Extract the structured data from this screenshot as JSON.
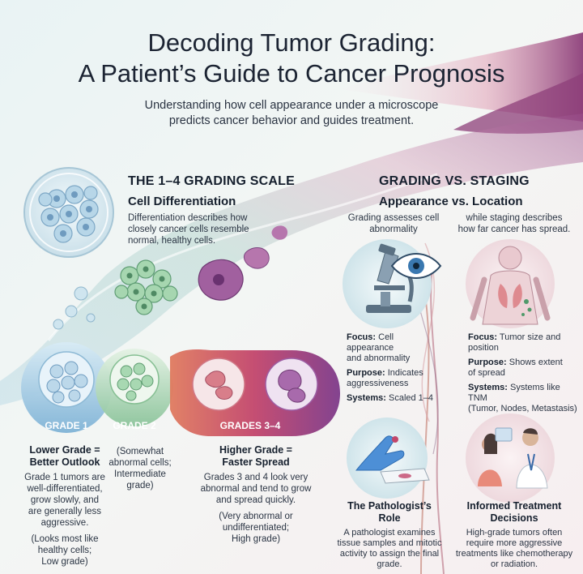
{
  "header": {
    "title_line1": "Decoding Tumor Grading:",
    "title_line2": "A Patient’s Guide to Cancer Prognosis",
    "subtitle_line1": "Understanding how cell appearance under a microscope",
    "subtitle_line2": "predicts cancer behavior and guides treatment."
  },
  "grading": {
    "section_title": "THE 1–4 GRADING SCALE",
    "subtitle": "Cell Differentiation",
    "desc_lines": [
      "Differentiation describes how",
      "closely cancer cells resemble",
      "normal, healthy cells."
    ],
    "grades": [
      {
        "label": "GRADE 1",
        "color": "#7cb6d6"
      },
      {
        "label": "GRADE 2",
        "color": "#8fc79a"
      },
      {
        "label": "GRADES 3–4",
        "color": "#c2506e"
      }
    ],
    "lower": {
      "title_lines": [
        "Lower Grade =",
        "Better Outlook"
      ],
      "body_lines": [
        "Grade 1 tumors are",
        "well-differentiated,",
        "grow slowly, and",
        "are generally less",
        "aggressive."
      ],
      "note_lines": [
        "(Looks most like",
        "healthy cells;",
        "Low grade)"
      ]
    },
    "intermediate": {
      "note_lines": [
        "(Somewhat",
        "abnormal cells;",
        "Intermediate",
        "grade)"
      ]
    },
    "higher": {
      "title_lines": [
        "Higher Grade =",
        "Faster Spread"
      ],
      "body_lines": [
        "Grades 3 and 4 look very",
        "abnormal and tend to grow",
        "and spread quickly."
      ],
      "note_lines": [
        "(Very abnormal or",
        "undifferentiated;",
        "High grade)"
      ]
    }
  },
  "staging": {
    "section_title": "GRADING VS. STAGING",
    "subtitle": "Appearance vs. Location",
    "grading_intro_lines": [
      "Grading assesses cell",
      "abnormality"
    ],
    "staging_intro_lines": [
      "while staging describes",
      "how far cancer has spread."
    ],
    "grading_rows": [
      {
        "label": "Focus:",
        "lines": [
          "Cell appearance",
          "and abnormality"
        ]
      },
      {
        "label": "Purpose:",
        "lines": [
          "Indicates",
          "aggressiveness"
        ]
      },
      {
        "label": "Systems:",
        "lines": [
          "Scaled 1–4"
        ]
      }
    ],
    "staging_rows": [
      {
        "label": "Focus:",
        "lines": [
          "Tumor size and",
          "position"
        ]
      },
      {
        "label": "Purpose:",
        "lines": [
          "Shows extent",
          "of spread"
        ]
      },
      {
        "label": "Systems:",
        "lines": [
          "Systems like TNM",
          "(Tumor, Nodes, Metastasis)"
        ]
      }
    ],
    "pathologist": {
      "title_lines": [
        "The Pathologist’s",
        "Role"
      ],
      "body_lines": [
        "A pathologist examines",
        "tissue samples and mitotic",
        "activity to assign the final",
        "grade."
      ]
    },
    "treatment": {
      "title_lines": [
        "Informed Treatment",
        "Decisions"
      ],
      "body_lines": [
        "High-grade tumors often",
        "require more aggressive",
        "treatments like chemotherapy",
        "or radiation."
      ]
    }
  },
  "colors": {
    "ribbon_blue": "#9cc9de",
    "ribbon_purple": "#8a4a8f",
    "ribbon_pink": "#d88aa2",
    "cell_blue": "#a9cde4",
    "cell_green": "#8fca9c",
    "cell_purple": "#9a5a9a"
  }
}
